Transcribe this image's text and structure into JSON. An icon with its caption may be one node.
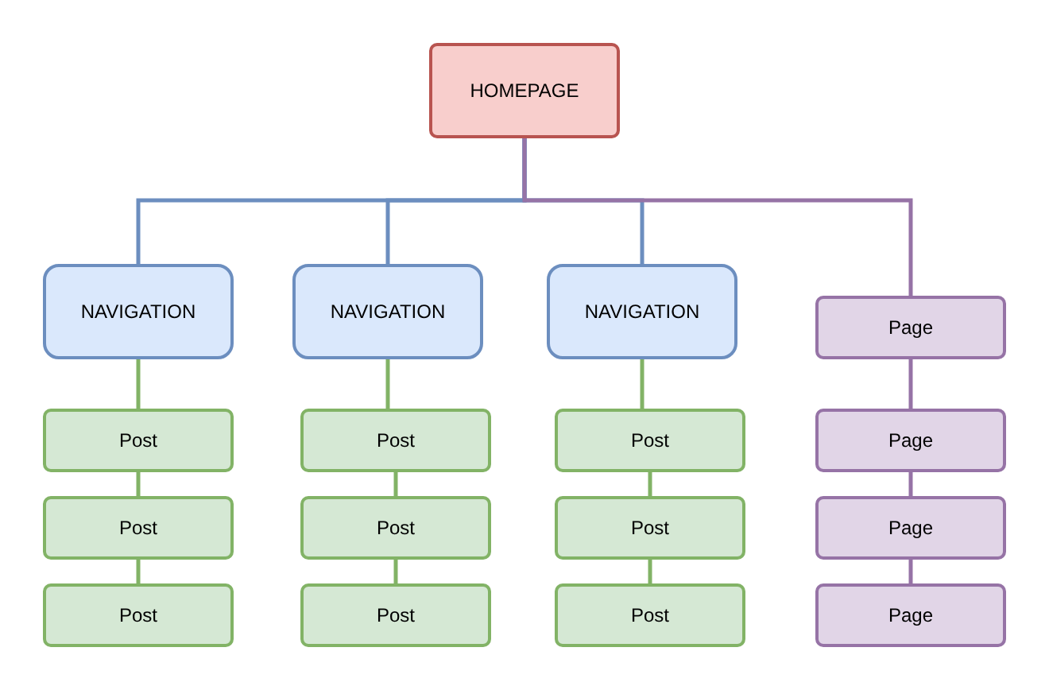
{
  "diagram": {
    "nodes": [
      {
        "text": [
          "HOMEPAGE"
        ]
      },
      {
        "text": [
          "NAVIGATION"
        ]
      },
      {
        "text": [
          "NAVIGATION"
        ]
      },
      {
        "text": [
          "NAVIGATION"
        ]
      },
      {
        "text": [
          "Page"
        ]
      },
      {
        "text": [
          "Post"
        ]
      },
      {
        "text": [
          "Post"
        ]
      },
      {
        "text": [
          "Post"
        ]
      },
      {
        "text": [
          "Page"
        ]
      },
      {
        "text": [
          "Post"
        ]
      },
      {
        "text": [
          "Post"
        ]
      },
      {
        "text": [
          "Post"
        ]
      },
      {
        "text": [
          "Page"
        ]
      },
      {
        "text": [
          "Post"
        ]
      },
      {
        "text": [
          "Post"
        ]
      },
      {
        "text": [
          "Post"
        ]
      },
      {
        "text": [
          "Page"
        ]
      }
    ],
    "edges": [
      {
        "from": 0,
        "to": 1,
        "arrow": "none",
        "color": "#6c8ebf"
      },
      {
        "from": 0,
        "to": 2,
        "arrow": "none",
        "color": "#6c8ebf"
      },
      {
        "from": 0,
        "to": 3,
        "arrow": "none",
        "color": "#6c8ebf"
      },
      {
        "from": 0,
        "to": 4,
        "arrow": "none",
        "color": "#9673a6"
      },
      {
        "from": 1,
        "to": 5,
        "arrow": "none"
      },
      {
        "from": 5,
        "to": 9,
        "arrow": "none"
      },
      {
        "from": 9,
        "to": 13,
        "arrow": "none"
      },
      {
        "from": 2,
        "to": 6,
        "arrow": "none"
      },
      {
        "from": 6,
        "to": 10,
        "arrow": "none"
      },
      {
        "from": 10,
        "to": 14,
        "arrow": "none"
      },
      {
        "from": 3,
        "to": 7,
        "arrow": "none"
      },
      {
        "from": 7,
        "to": 11,
        "arrow": "none"
      },
      {
        "from": 11,
        "to": 15,
        "arrow": "none"
      },
      {
        "from": 4,
        "to": 8,
        "arrow": "none",
        "color": "#9673a6"
      },
      {
        "from": 8,
        "to": 12,
        "arrow": "none",
        "color": "#9673a6"
      },
      {
        "from": 12,
        "to": 16,
        "arrow": "none",
        "color": "#9673a6"
      }
    ]
  }
}
